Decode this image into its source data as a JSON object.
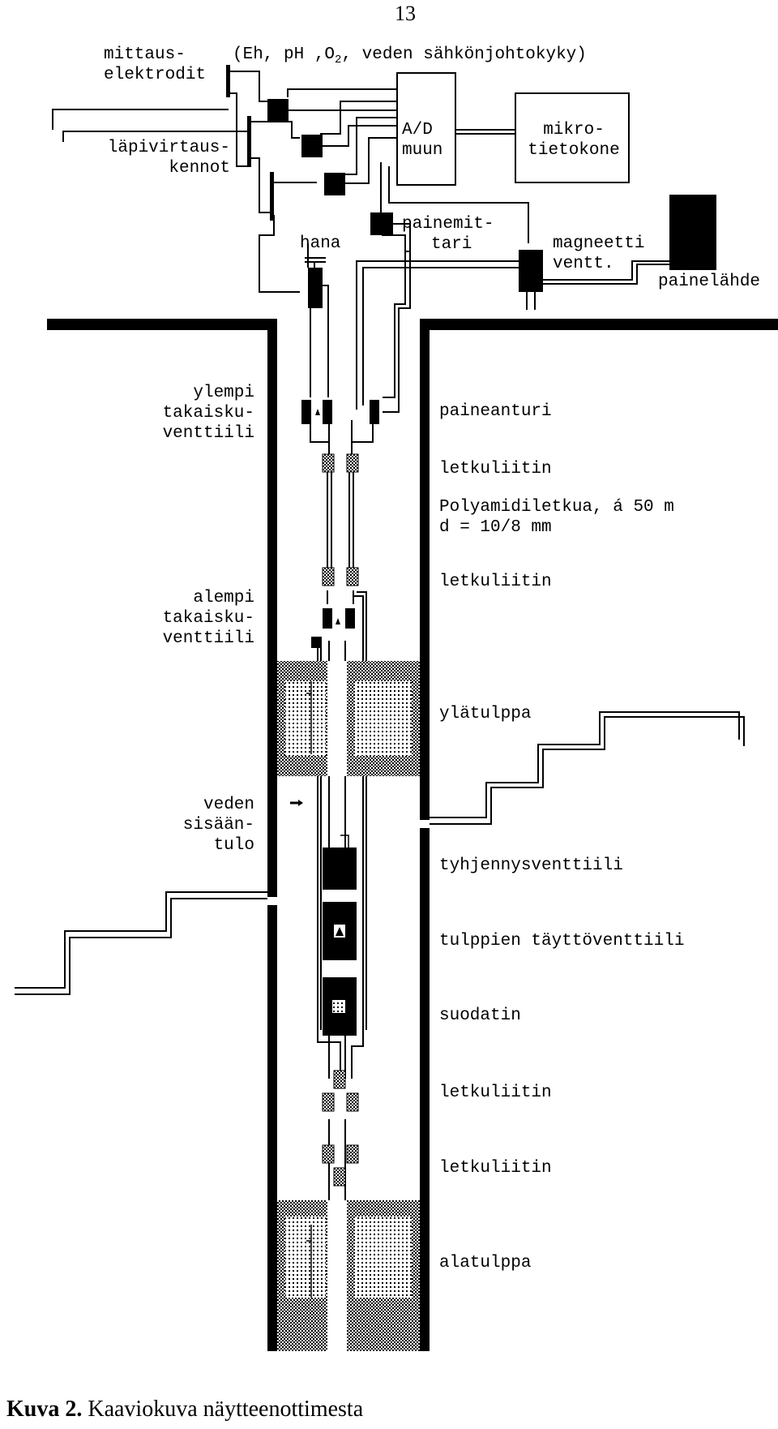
{
  "page_number": "13",
  "labels": {
    "mittauselektrodit": [
      "mittaus-",
      "elektrodit"
    ],
    "parameters": "(Eh, pH ,O",
    "parameters_sub": "2",
    "parameters_rest": ", veden sähkönjohtokyky)",
    "lapivirtauskennot": [
      "läpivirtaus-",
      "kennot"
    ],
    "ad_muun": [
      "A/D",
      "muun"
    ],
    "mikrotietokone": [
      "mikro-",
      "tietokone"
    ],
    "painemittari": [
      "painemit-",
      "tari"
    ],
    "hana": "hana",
    "magneettiventt": [
      "magneetti",
      "ventt."
    ],
    "painelahde": "painelähde",
    "ylempi_takaiskuventtiili": [
      "ylempi",
      "takaisku-",
      "venttiili"
    ],
    "paineanturi": "paineanturi",
    "letkuliitin_1": "letkuliitin",
    "polyamidiletkua": [
      "Polyamidiletkua, á 50 m",
      "d = 10/8 mm"
    ],
    "letkuliitin_2": "letkuliitin",
    "alempi_takaiskuventtiili": [
      "alempi",
      "takaisku-",
      "venttiili"
    ],
    "ylatulppa": "ylätulppa",
    "veden_sisaantulo": [
      "veden",
      "sisään-",
      "tulo"
    ],
    "tyhjennysventtiili": "tyhjennysventtiili",
    "tulppien_tayttoventtiili": "tulppien täyttöventtiili",
    "suodatin": "suodatin",
    "letkuliitin_3": "letkuliitin",
    "letkuliitin_4": "letkuliitin",
    "alatulppa": "alatulppa"
  },
  "caption": {
    "prefix": "Kuva 2.",
    "text": " Kaaviokuva näytteenottimesta"
  },
  "colors": {
    "ink": "#000000",
    "paper": "#ffffff"
  }
}
